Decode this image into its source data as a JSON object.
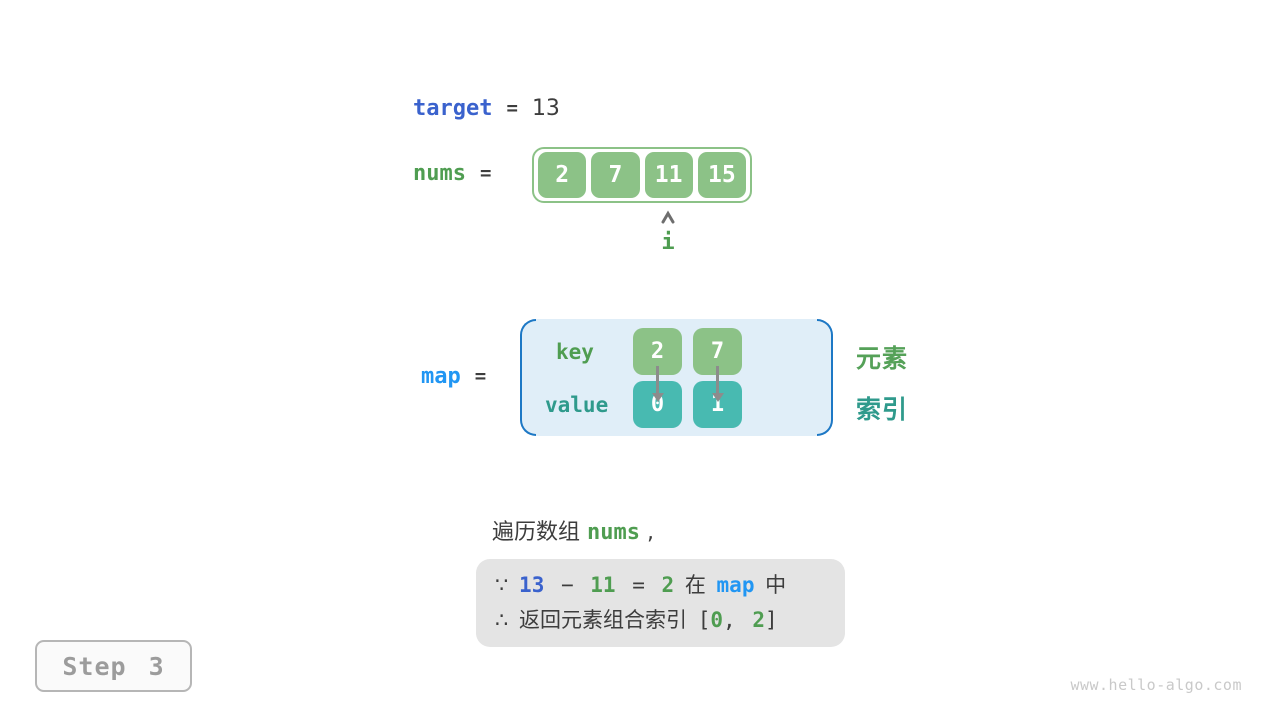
{
  "target_row": {
    "label": "target",
    "equals": "=",
    "value": "13"
  },
  "nums_row": {
    "label": "nums",
    "equals": "=",
    "cells": [
      "2",
      "7",
      "11",
      "15"
    ],
    "pointer": {
      "label": "i",
      "points_to_cell": "11"
    }
  },
  "map_row": {
    "label": "map",
    "equals": "=",
    "key_label": "key",
    "value_label": "value",
    "keys": [
      "2",
      "7"
    ],
    "values": [
      "0",
      "1"
    ],
    "side_labels": {
      "element": "元素",
      "index": "索引"
    }
  },
  "caption": {
    "tokens": [
      {
        "text": "遍历数组 "
      },
      {
        "text": "nums"
      },
      {
        "text": " ,"
      }
    ]
  },
  "note": {
    "line1": [
      {
        "text": "∵ "
      },
      {
        "text": "13"
      },
      {
        "text": " − "
      },
      {
        "text": "11"
      },
      {
        "text": " = "
      },
      {
        "text": "2"
      },
      {
        "text": " 在 "
      },
      {
        "text": "map"
      },
      {
        "text": " 中"
      }
    ],
    "line2": [
      {
        "text": "∴ "
      },
      {
        "text": "返回元素组合索引 "
      },
      {
        "text": "["
      },
      {
        "text": "0"
      },
      {
        "text": ", "
      },
      {
        "text": "2"
      },
      {
        "text": "]"
      }
    ]
  },
  "step_badge": {
    "label": "Step 3"
  },
  "watermark": {
    "text": "www.hello-algo.com"
  },
  "colors": {
    "code_blue": "#3a62cd",
    "bright_blue": "#2196f3",
    "bracket_blue": "#1d78c5",
    "green_text": "#4f9d51",
    "box_green": "#8cc287",
    "teal_text": "#2f9a8c",
    "box_teal": "#48bab1",
    "dark_text": "#3d3d3d",
    "arrow_gray": "#8c8c8c",
    "map_bg": "#e0eef8",
    "note_bg": "#e4e4e4",
    "step_gray": "#9c9c9c",
    "watermark_gray": "#c9c9c9"
  }
}
